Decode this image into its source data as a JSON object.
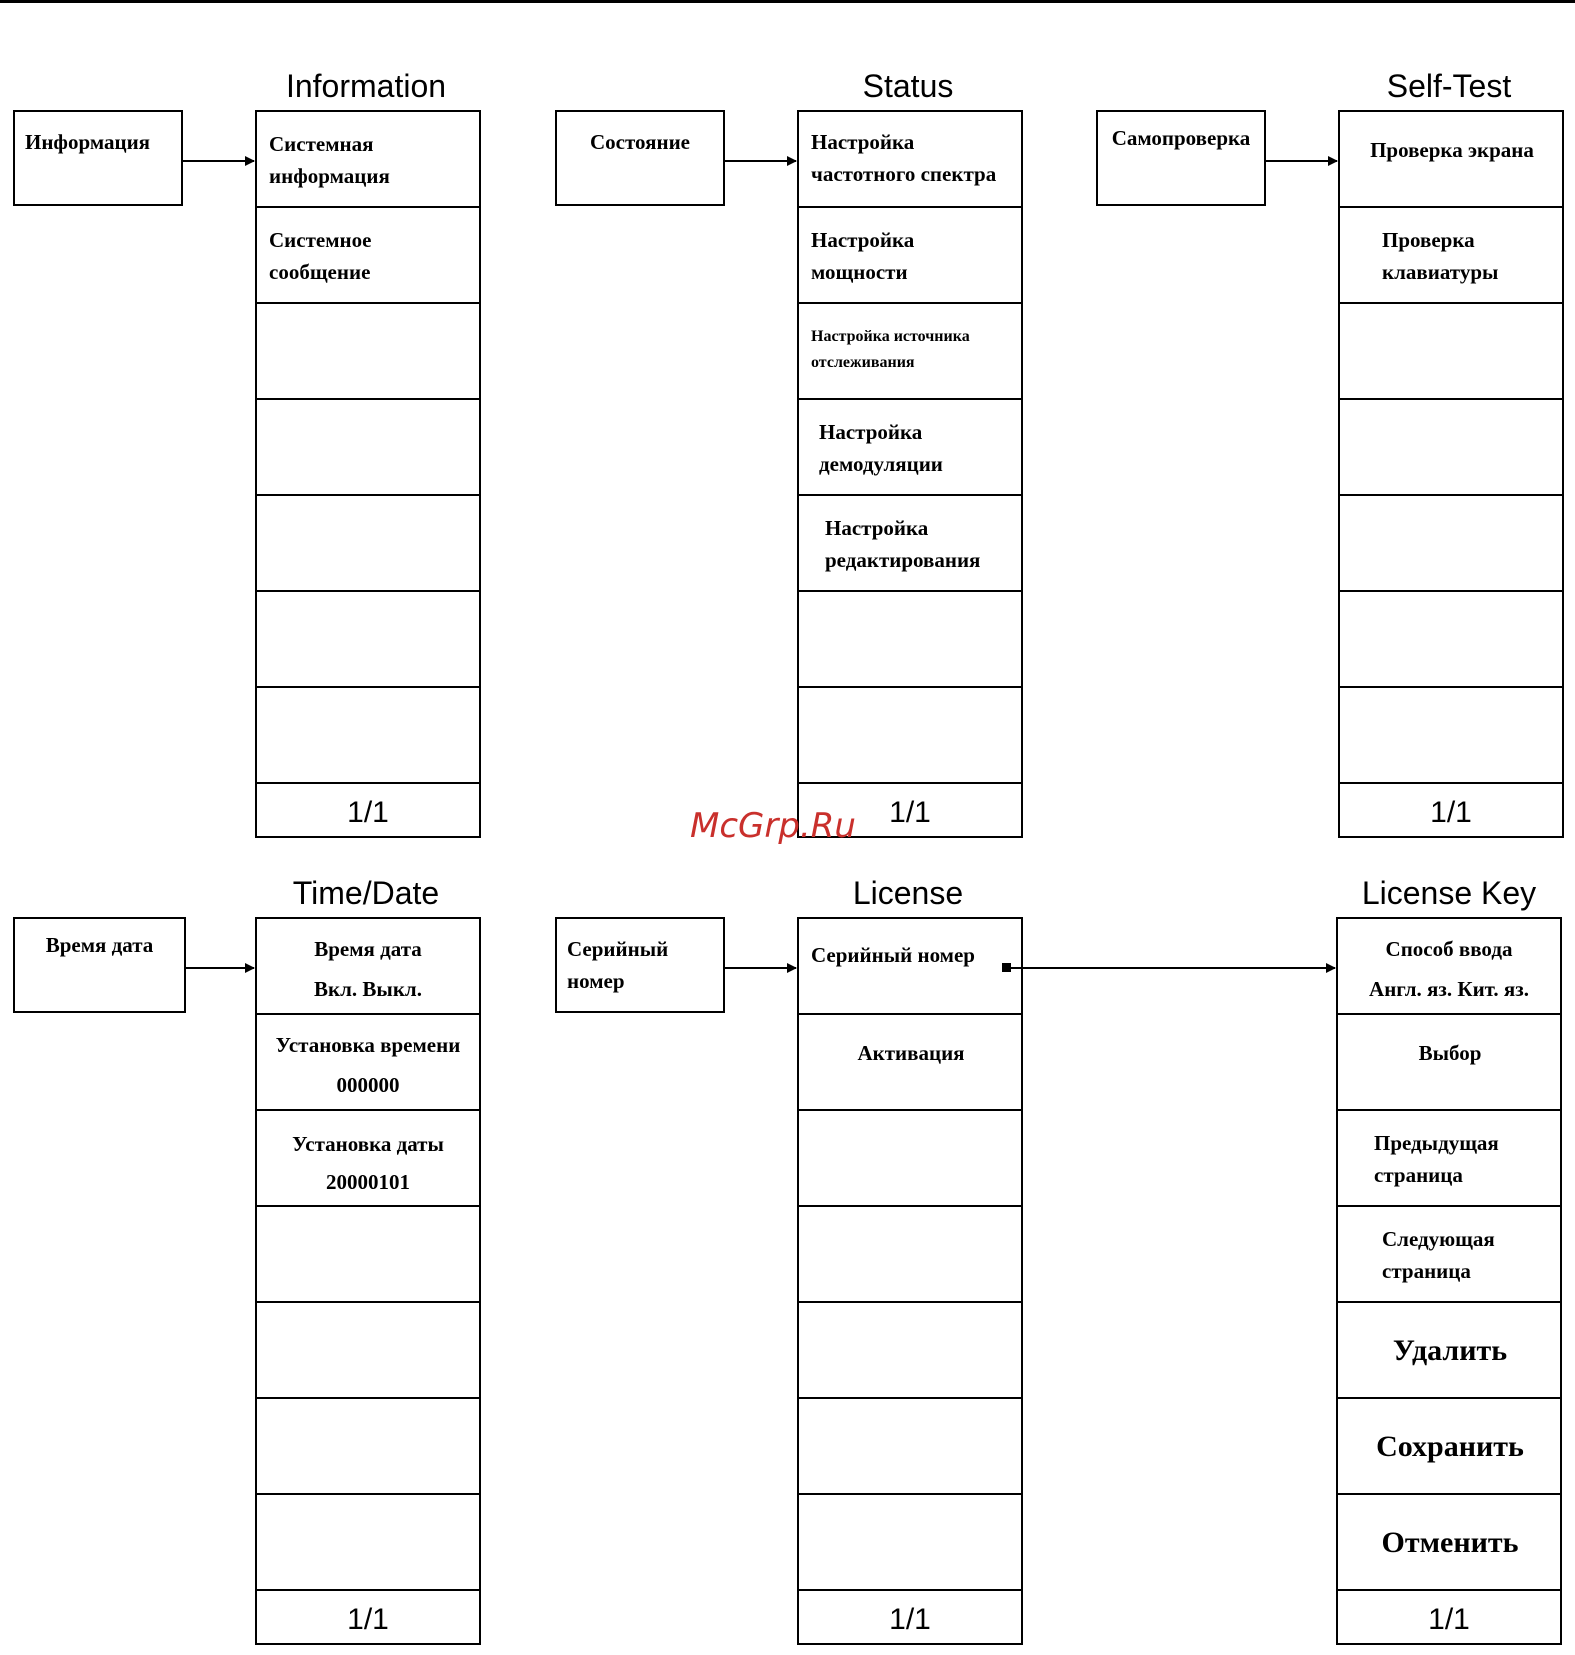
{
  "panels": [
    {
      "title": "Information",
      "source": "Информация",
      "cells": [
        "Системная\nинформация",
        "Системное\nсообщение",
        "",
        "",
        "",
        "",
        ""
      ],
      "footer": "1/1"
    },
    {
      "title": "Status",
      "source": "Состояние",
      "cells": [
        "Настройка\nчастотного спектра",
        "Настройка\nмощности",
        "Настройка источника\nотслеживания",
        "Настройка\nдемодуляции",
        "Настройка\nредактирования",
        "",
        ""
      ],
      "footer": "1/1"
    },
    {
      "title": "Self-Test",
      "source": "Самопроверка",
      "cells": [
        "Проверка экрана",
        "Проверка\nклавиатуры",
        "",
        "",
        "",
        "",
        ""
      ],
      "footer": "1/1"
    },
    {
      "title": "Time/Date",
      "source": "Время дата",
      "cells": [
        "Время дата\nВкл.    Выкл.",
        "Установка времени\n000000",
        "Установка даты\n20000101",
        "",
        "",
        "",
        ""
      ],
      "footer": "1/1"
    },
    {
      "title": "License",
      "source": "Серийный\nномер",
      "cells": [
        "Серийный номер",
        "Активация",
        "",
        "",
        "",
        "",
        ""
      ],
      "footer": "1/1"
    },
    {
      "title": "License Key",
      "cells": [
        "Способ ввода\nАнгл. яз.  Кит. яз.",
        "Выбор",
        "Предыдущая\nстраница",
        "Следующая\nстраница",
        "Удалить",
        "Сохранить",
        "Отменить"
      ],
      "footer": "1/1"
    }
  ],
  "watermark": "McGrp.Ru"
}
